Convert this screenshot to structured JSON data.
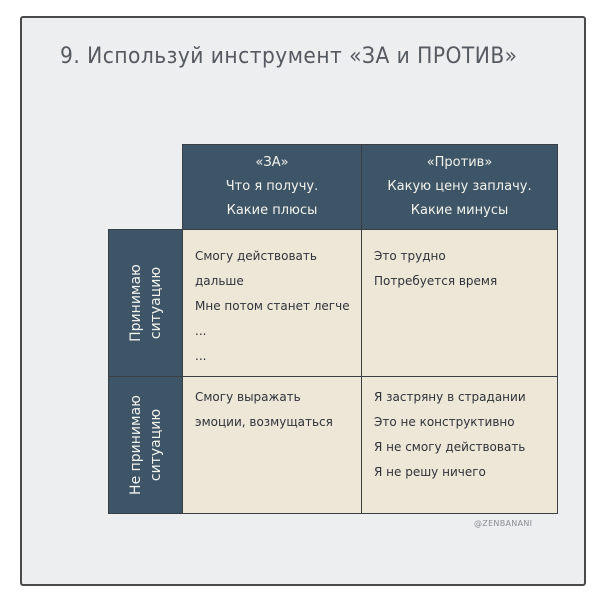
{
  "title": "9. Используй инструмент «ЗА и ПРОТИВ»",
  "header": {
    "pros": [
      "«ЗА»",
      "Что я получу.",
      "Какие плюсы"
    ],
    "cons": [
      "«Против»",
      "Какую цену заплачу.",
      "Какие минусы"
    ]
  },
  "rows": {
    "accept": {
      "label": [
        "Принимаю",
        "ситуацию"
      ],
      "pros": [
        "Смогу действовать",
        "дальше",
        "Мне потом станет легче",
        "...",
        "..."
      ],
      "cons": [
        "Это трудно",
        "Потребуется время"
      ]
    },
    "reject": {
      "label": [
        "Не принимаю",
        "ситуацию"
      ],
      "pros": [
        "Смогу выражать",
        "эмоции, возмущаться"
      ],
      "cons": [
        "Я застряну в страдании",
        "Это не конструктивно",
        "Я не смогу действовать",
        "Я не решу ничего"
      ]
    }
  },
  "signature": "@ZENBANANI",
  "colors": {
    "header_bg": "#3d5566",
    "body_bg": "#ede7d8",
    "card_bg": "#eceef0"
  }
}
